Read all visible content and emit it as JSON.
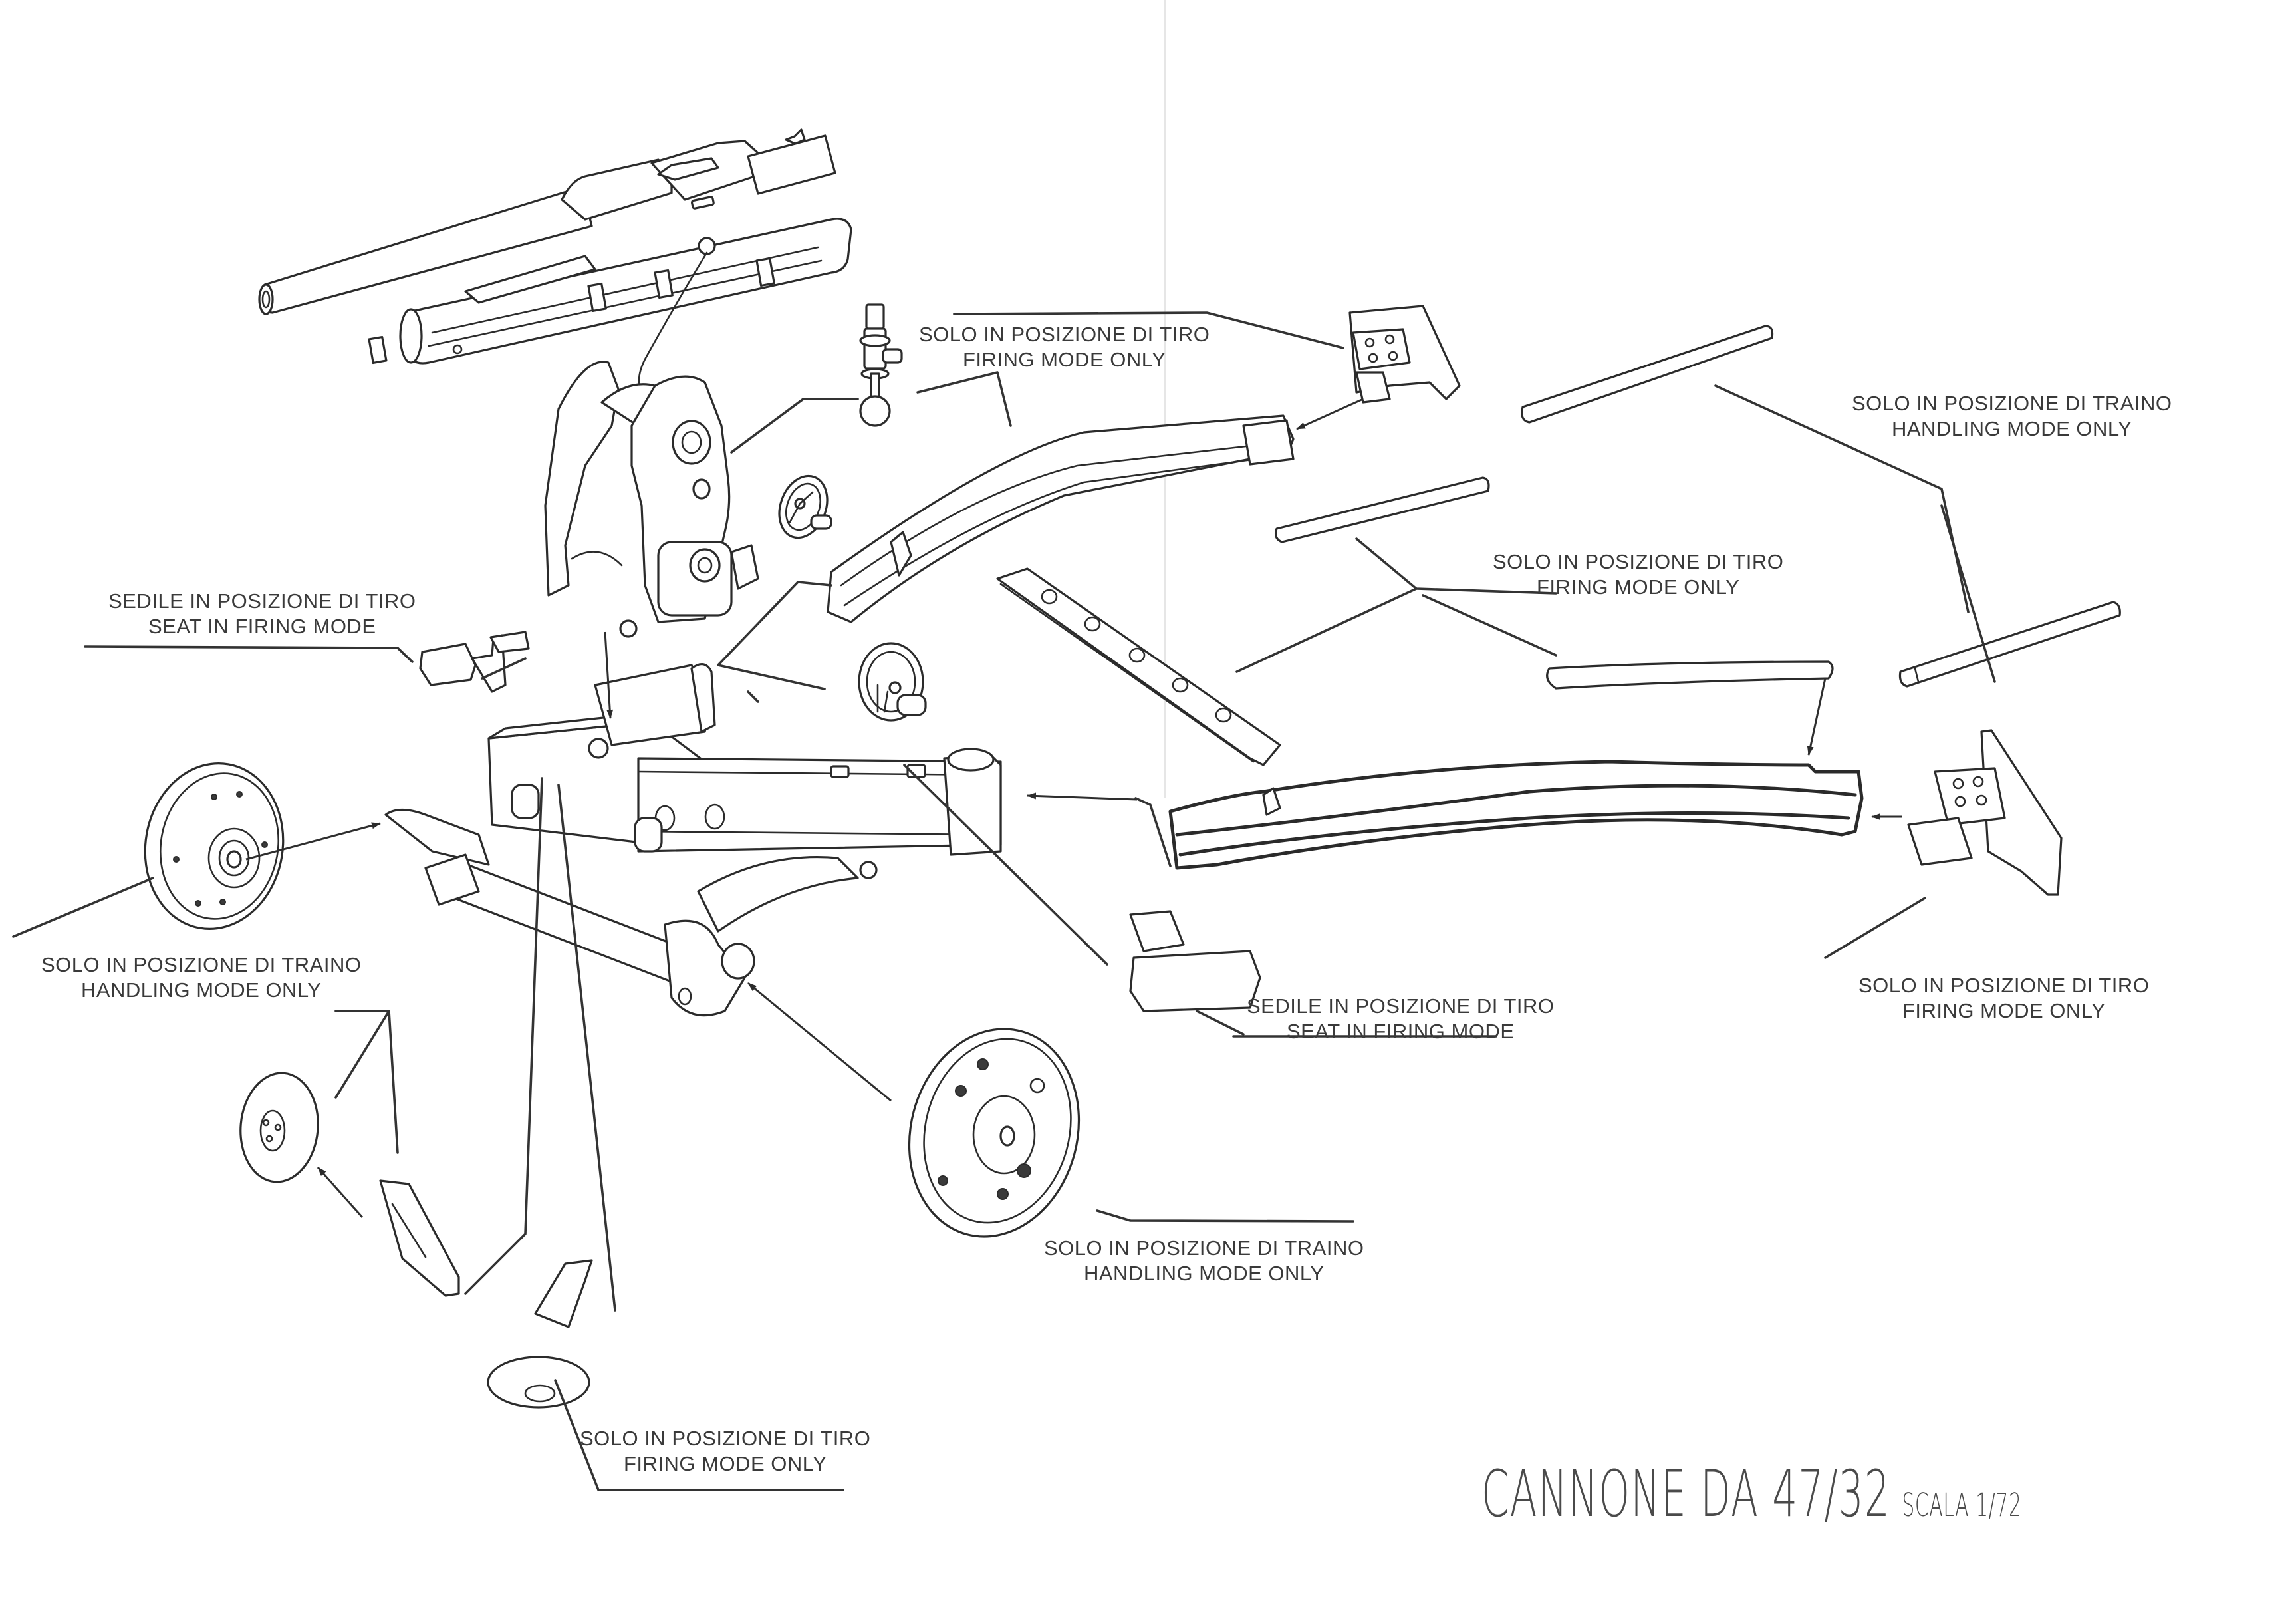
{
  "document": {
    "title": "CANNONE DA 47/32",
    "scale": "SCALA 1/72"
  },
  "labels": {
    "breech_stand": {
      "line1": "SOLO IN POSIZIONE DI TIRO",
      "line2": "FIRING MODE ONLY"
    },
    "trail_rods_top": {
      "line1": "SOLO IN POSIZIONE DI TRAINO",
      "line2": "HANDLING MODE ONLY"
    },
    "trail_rods_mid": {
      "line1": "SOLO IN POSIZIONE DI TIRO",
      "line2": "FIRING MODE ONLY"
    },
    "seat_left": {
      "line1": "SEDILE IN POSIZIONE DI TIRO",
      "line2": "SEAT IN FIRING MODE"
    },
    "spade_right": {
      "line1": "SOLO IN POSIZIONE DI TIRO",
      "line2": "FIRING MODE ONLY"
    },
    "seat_right": {
      "line1": "SEDILE IN POSIZIONE DI TIRO",
      "line2": "SEAT IN FIRING MODE"
    },
    "wheel_left": {
      "line1": "SOLO IN POSIZIONE DI TRAINO",
      "line2": "HANDLING MODE ONLY"
    },
    "wheel_right": {
      "line1": "SOLO IN POSIZIONE DI TRAINO",
      "line2": "HANDLING MODE ONLY"
    },
    "foot_plate": {
      "line1": "SOLO IN POSIZIONE DI TIRO",
      "line2": "FIRING MODE ONLY"
    }
  },
  "parts": [
    {
      "id": "barrel",
      "icon": "cannon-barrel-icon"
    },
    {
      "id": "cradle",
      "icon": "cradle-icon"
    },
    {
      "id": "sight-post",
      "icon": "sight-post-icon"
    },
    {
      "id": "upper-mount",
      "icon": "upper-mount-icon"
    },
    {
      "id": "elevation-handwheel",
      "icon": "handwheel-icon"
    },
    {
      "id": "traverse-handwheel",
      "icon": "handwheel-icon"
    },
    {
      "id": "seat-left",
      "icon": "seat-icon"
    },
    {
      "id": "carriage",
      "icon": "carriage-icon"
    },
    {
      "id": "axle",
      "icon": "axle-icon"
    },
    {
      "id": "wheel-left",
      "icon": "wheel-icon"
    },
    {
      "id": "wheel-right",
      "icon": "wheel-icon"
    },
    {
      "id": "trail-upper",
      "icon": "trail-leg-icon"
    },
    {
      "id": "trail-lower",
      "icon": "trail-leg-icon"
    },
    {
      "id": "perforated-strip",
      "icon": "strip-icon"
    },
    {
      "id": "spade-upper",
      "icon": "spade-icon"
    },
    {
      "id": "spade-lower",
      "icon": "spade-icon"
    },
    {
      "id": "rod-a",
      "icon": "rod-icon"
    },
    {
      "id": "rod-b",
      "icon": "rod-icon"
    },
    {
      "id": "rod-c",
      "icon": "rod-icon"
    },
    {
      "id": "rod-d",
      "icon": "rod-icon"
    },
    {
      "id": "seat-right",
      "icon": "seat-icon"
    },
    {
      "id": "foot-plate-small",
      "icon": "foot-plate-icon"
    },
    {
      "id": "foot-bracket",
      "icon": "bracket-icon"
    },
    {
      "id": "foot-plate-large",
      "icon": "foot-plate-icon"
    }
  ]
}
